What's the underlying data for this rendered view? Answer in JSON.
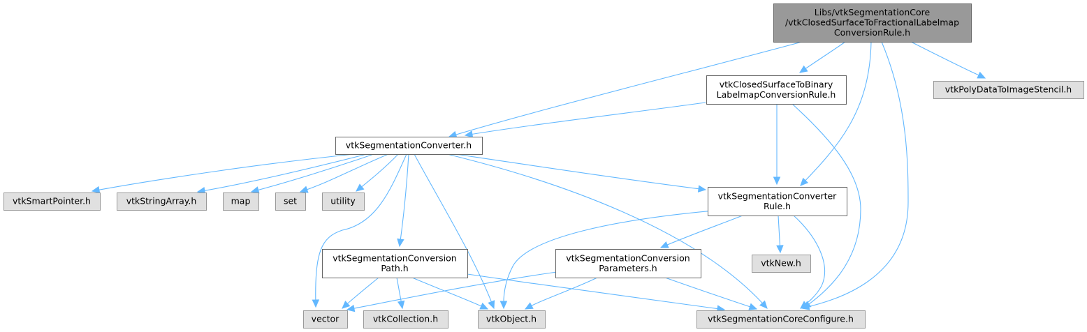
{
  "title": "Include dependency graph",
  "colors": {
    "root_fill": "#999999",
    "root_stroke": "#666666",
    "doc_fill": "#ffffff",
    "doc_stroke": "#666666",
    "ext_fill": "#e0e0e0",
    "ext_stroke": "#999999",
    "edge": "#63b8ff"
  },
  "nodes": [
    {
      "id": "root",
      "kind": "root",
      "lines": [
        "Libs/vtkSegmentationCore",
        "/vtkClosedSurfaceToFractionalLabelmap",
        "ConversionRule.h"
      ]
    },
    {
      "id": "binaryRule",
      "kind": "doc",
      "lines": [
        "vtkClosedSurfaceToBinary",
        "LabelmapConversionRule.h"
      ]
    },
    {
      "id": "polyStencil",
      "kind": "ext",
      "lines": [
        "vtkPolyDataToImageStencil.h"
      ]
    },
    {
      "id": "converter",
      "kind": "doc",
      "lines": [
        "vtkSegmentationConverter.h"
      ]
    },
    {
      "id": "smartPointer",
      "kind": "ext",
      "lines": [
        "vtkSmartPointer.h"
      ]
    },
    {
      "id": "stringArray",
      "kind": "ext",
      "lines": [
        "vtkStringArray.h"
      ]
    },
    {
      "id": "map",
      "kind": "ext",
      "lines": [
        "map"
      ]
    },
    {
      "id": "set",
      "kind": "ext",
      "lines": [
        "set"
      ]
    },
    {
      "id": "utility",
      "kind": "ext",
      "lines": [
        "utility"
      ]
    },
    {
      "id": "converterRule",
      "kind": "doc",
      "lines": [
        "vtkSegmentationConverter",
        "Rule.h"
      ]
    },
    {
      "id": "conversionPath",
      "kind": "doc",
      "lines": [
        "vtkSegmentationConversion",
        "Path.h"
      ]
    },
    {
      "id": "conversionParams",
      "kind": "doc",
      "lines": [
        "vtkSegmentationConversion",
        "Parameters.h"
      ]
    },
    {
      "id": "vtkNew",
      "kind": "ext",
      "lines": [
        "vtkNew.h"
      ]
    },
    {
      "id": "vector",
      "kind": "ext",
      "lines": [
        "vector"
      ]
    },
    {
      "id": "collection",
      "kind": "ext",
      "lines": [
        "vtkCollection.h"
      ]
    },
    {
      "id": "object",
      "kind": "ext",
      "lines": [
        "vtkObject.h"
      ]
    },
    {
      "id": "coreConfigure",
      "kind": "ext",
      "lines": [
        "vtkSegmentationCoreConfigure.h"
      ]
    }
  ],
  "edges": [
    {
      "from": "root",
      "to": "converter"
    },
    {
      "from": "root",
      "to": "binaryRule"
    },
    {
      "from": "root",
      "to": "converterRule"
    },
    {
      "from": "root",
      "to": "coreConfigure"
    },
    {
      "from": "root",
      "to": "polyStencil"
    },
    {
      "from": "binaryRule",
      "to": "converter"
    },
    {
      "from": "binaryRule",
      "to": "converterRule"
    },
    {
      "from": "binaryRule",
      "to": "coreConfigure"
    },
    {
      "from": "converter",
      "to": "smartPointer"
    },
    {
      "from": "converter",
      "to": "stringArray"
    },
    {
      "from": "converter",
      "to": "map"
    },
    {
      "from": "converter",
      "to": "set"
    },
    {
      "from": "converter",
      "to": "utility"
    },
    {
      "from": "converter",
      "to": "vector"
    },
    {
      "from": "converter",
      "to": "conversionPath"
    },
    {
      "from": "converter",
      "to": "object"
    },
    {
      "from": "converter",
      "to": "coreConfigure"
    },
    {
      "from": "converter",
      "to": "converterRule"
    },
    {
      "from": "converterRule",
      "to": "object"
    },
    {
      "from": "converterRule",
      "to": "conversionParams"
    },
    {
      "from": "converterRule",
      "to": "vtkNew"
    },
    {
      "from": "converterRule",
      "to": "coreConfigure"
    },
    {
      "from": "conversionPath",
      "to": "vector"
    },
    {
      "from": "conversionPath",
      "to": "collection"
    },
    {
      "from": "conversionPath",
      "to": "object"
    },
    {
      "from": "conversionPath",
      "to": "coreConfigure"
    },
    {
      "from": "conversionParams",
      "to": "vector"
    },
    {
      "from": "conversionParams",
      "to": "object"
    },
    {
      "from": "conversionParams",
      "to": "coreConfigure"
    }
  ]
}
